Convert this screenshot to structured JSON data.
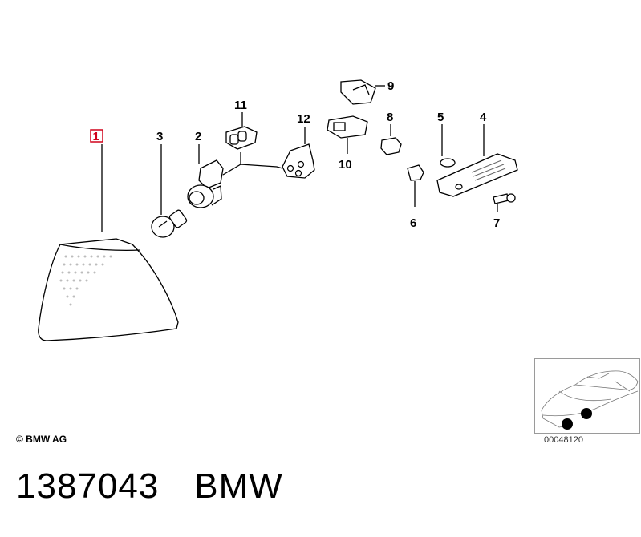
{
  "diagram": {
    "callouts": {
      "c1": "1",
      "c2": "2",
      "c3": "3",
      "c4": "4",
      "c5": "5",
      "c6": "6",
      "c7": "7",
      "c8": "8",
      "c9": "9",
      "c10": "10",
      "c11": "11",
      "c12": "12"
    },
    "highlight_color": "#d0021b",
    "copyright": "© BMW AG",
    "inset_id": "00048120"
  },
  "footer": {
    "part_number": "1387043",
    "brand": "BMW"
  }
}
